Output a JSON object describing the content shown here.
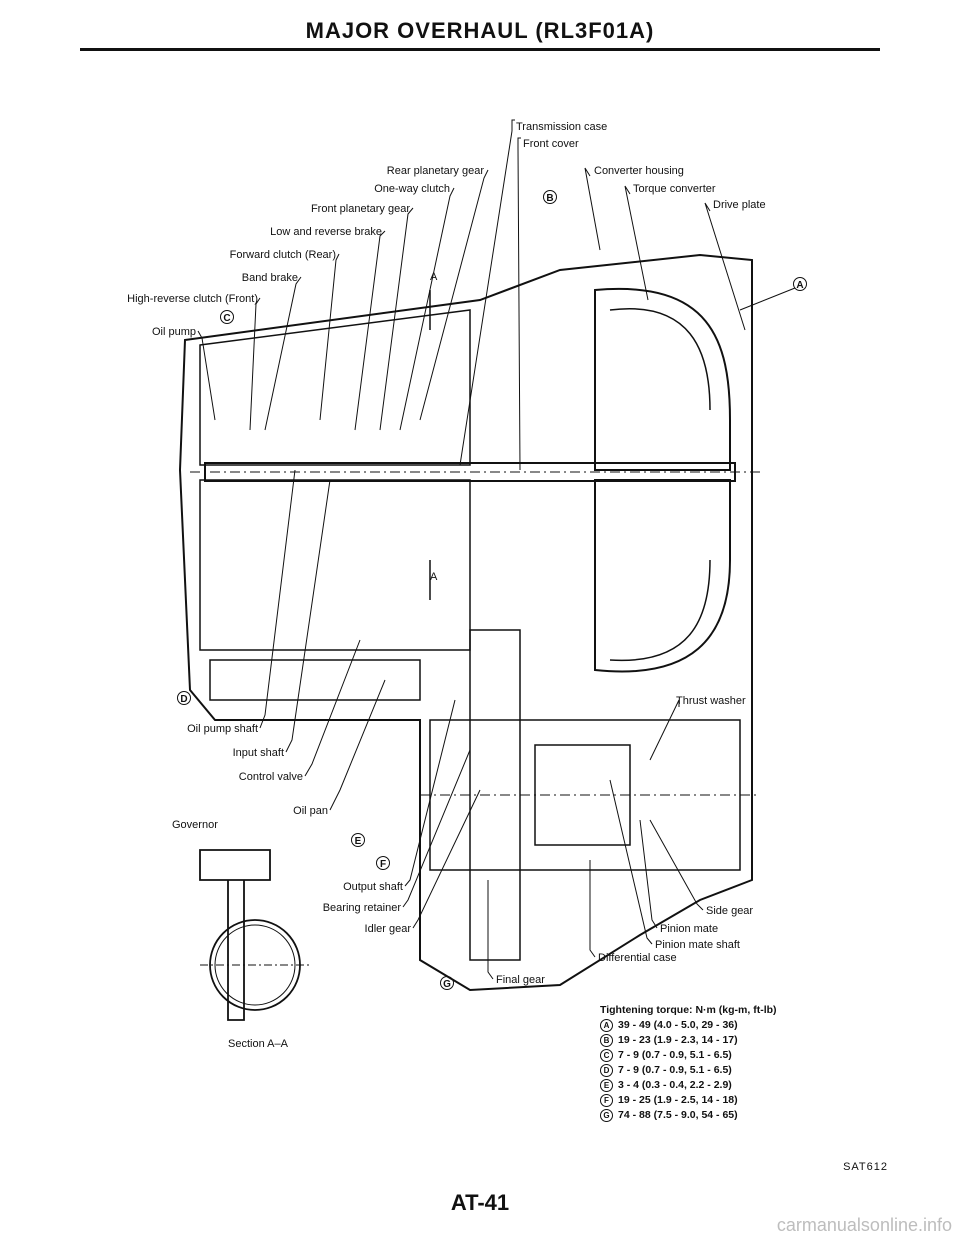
{
  "header": {
    "title": "MAJOR OVERHAUL (RL3F01A)"
  },
  "labels": {
    "transmission_case": "Transmission case",
    "front_cover": "Front cover",
    "converter_housing": "Converter housing",
    "torque_converter": "Torque converter",
    "drive_plate": "Drive plate",
    "rear_planetary_gear": "Rear planetary gear",
    "one_way_clutch": "One-way clutch",
    "front_planetary_gear": "Front planetary gear",
    "low_reverse_brake": "Low and reverse brake",
    "forward_clutch": "Forward clutch (Rear)",
    "band_brake": "Band brake",
    "high_reverse_clutch": "High-reverse clutch (Front)",
    "oil_pump": "Oil pump",
    "thrust_washer": "Thrust washer",
    "oil_pump_shaft": "Oil pump shaft",
    "input_shaft": "Input shaft",
    "control_valve": "Control valve",
    "oil_pan": "Oil pan",
    "governor": "Governor",
    "output_shaft": "Output shaft",
    "bearing_retainer": "Bearing retainer",
    "idler_gear": "Idler gear",
    "final_gear": "Final gear",
    "side_gear": "Side gear",
    "pinion_mate": "Pinion mate",
    "pinion_mate_shaft": "Pinion mate shaft",
    "differential_case": "Differential case",
    "section_aa": "Section A–A",
    "section_mark": "A"
  },
  "markers": {
    "a": "A",
    "b": "B",
    "c": "C",
    "d": "D",
    "e": "E",
    "f": "F",
    "g": "G"
  },
  "torque": {
    "heading": "Tightening torque: N·m (kg-m, ft-lb)",
    "rows": [
      {
        "mark": "A",
        "value": "39 - 49 (4.0 - 5.0, 29 - 36)"
      },
      {
        "mark": "B",
        "value": "19 - 23 (1.9 - 2.3, 14 - 17)"
      },
      {
        "mark": "C",
        "value": "7 - 9 (0.7 - 0.9, 5.1 - 6.5)"
      },
      {
        "mark": "D",
        "value": "7 - 9 (0.7 - 0.9, 5.1 - 6.5)"
      },
      {
        "mark": "E",
        "value": "3 - 4 (0.3 - 0.4, 2.2 - 2.9)"
      },
      {
        "mark": "F",
        "value": "19 - 25 (1.9 - 2.5, 14 - 18)"
      },
      {
        "mark": "G",
        "value": "74 - 88 (7.5 - 9.0, 54 - 65)"
      }
    ]
  },
  "footer": {
    "code": "SAT612",
    "page": "AT-41",
    "watermark": "carmanualsonline.info"
  }
}
